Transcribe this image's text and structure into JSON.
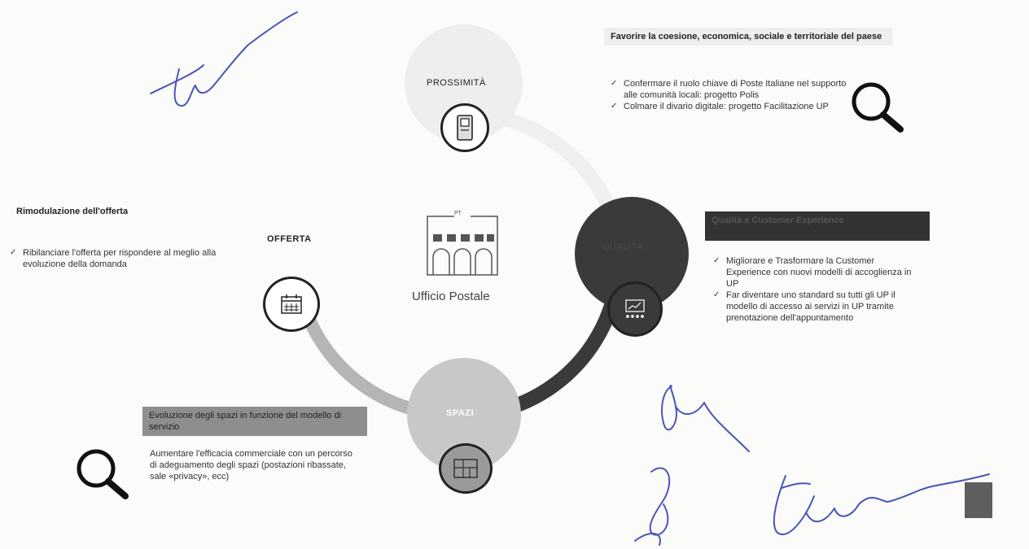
{
  "center": {
    "building_tag": "PT",
    "label": "Ufficio Postale"
  },
  "nodes": {
    "prossimita": "PROSSIMITÀ",
    "offerta": "OFFERTA",
    "qualita": "QUALITÀ",
    "spazi": "SPAZI"
  },
  "prossimita_panel": {
    "heading": "Favorire la coesione, economica, sociale e territoriale del paese",
    "items": [
      "Confermare il ruolo chiave di Poste Italiane nel supporto alle comunità locali: progetto Polis",
      "Colmare il divario digitale: progetto Facilitazione UP"
    ]
  },
  "offerta_panel": {
    "heading": "Rimodulazione dell'offerta",
    "items": [
      "Ribilanciare l'offerta per rispondere al meglio alla evoluzione della domanda"
    ]
  },
  "qualita_panel": {
    "heading": "Qualità e Customer Experience",
    "items": [
      "Migliorare e Trasformare la Customer Experience con nuovi modelli di accoglienza in UP",
      "Far diventare uno standard su tutti gli UP il modello di accesso ai servizi in UP tramite prenotazione dell'appuntamento"
    ]
  },
  "spazi_panel": {
    "heading": "Evoluzione degli spazi in funzione del modello di servizio",
    "body": "Aumentare l'efficacia commerciale con un percorso di adeguamento degli spazi (postazioni ribassate, sale «privacy», ecc)"
  },
  "icons": {
    "magnifier_top": "magnifier-icon",
    "magnifier_bottom": "magnifier-icon",
    "kiosk": "kiosk-icon",
    "calendar": "calendar-icon",
    "chart": "chart-icon",
    "layout": "floorplan-icon"
  },
  "colors": {
    "prossimita": "#eeeeee",
    "offerta_arc": "#b5b5b5",
    "qualita": "#3a3a3a",
    "spazi": "#c8c8c8",
    "heading_box_dark": "#333333",
    "heading_box_mid": "#8e8e8e"
  }
}
